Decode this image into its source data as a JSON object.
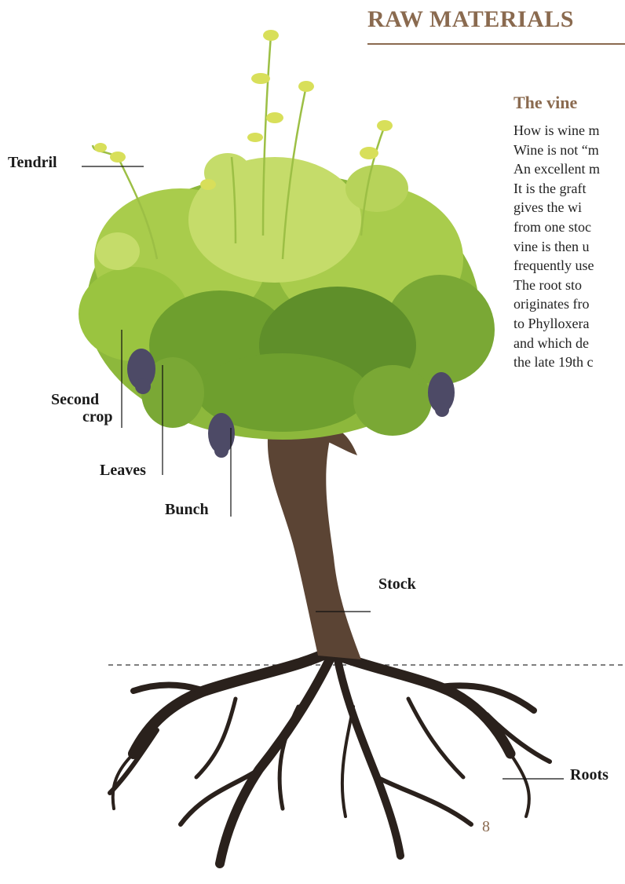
{
  "header": {
    "title": "RAW MATERIALS"
  },
  "section": {
    "title": "The vine",
    "lines": [
      "How is wine m",
      "Wine is not “m",
      "An excellent m",
      "It is the graft",
      "gives the wi",
      "from one stoc",
      "vine is then u",
      "frequently use",
      "The root sto",
      "originates fro",
      "to Phylloxera",
      "and which de",
      "the late 19th c"
    ]
  },
  "labels": {
    "tendril": "Tendril",
    "second_crop_1": "Second",
    "second_crop_2": "crop",
    "leaves": "Leaves",
    "bunch": "Bunch",
    "stock": "Stock",
    "roots": "Roots"
  },
  "footer": {
    "page_number": "8"
  },
  "colors": {
    "accent": "#8a6a4f",
    "leaf": "#8db83c",
    "leaf_light": "#c5dc6a",
    "leaf_dark": "#5f8f2a",
    "trunk": "#5b4434",
    "grape": "#4d4a66",
    "roots": "#2a211c"
  }
}
